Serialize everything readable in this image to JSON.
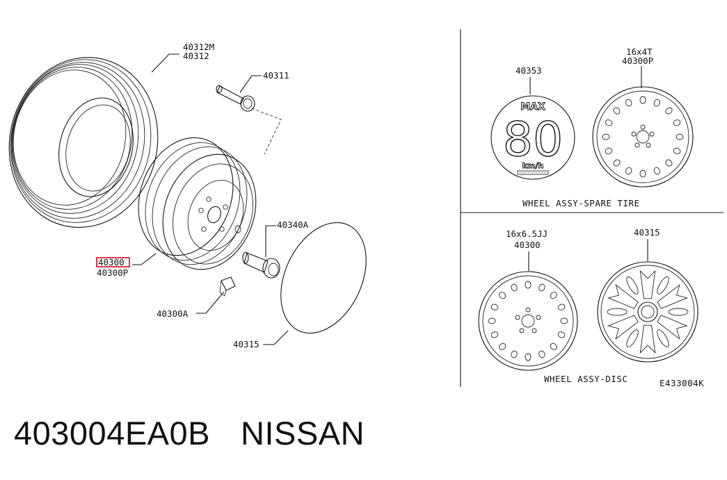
{
  "labels": {
    "tire": [
      "40312M",
      "40312"
    ],
    "valve": "40311",
    "wheel": [
      "40300",
      "40300P"
    ],
    "nut": "40340A",
    "weight": "40300A",
    "cover": "40315",
    "speed_label": "40353",
    "spare_size": [
      "16x4T",
      "40300P"
    ],
    "disc_size": [
      "16x6.5JJ",
      "40300"
    ],
    "hubcap": "40315"
  },
  "speed": {
    "max": "MAX",
    "value": "80",
    "unit": "km/h"
  },
  "captions": {
    "spare": "WHEEL ASSY-SPARE TIRE",
    "disc": "WHEEL ASSY-DISC",
    "code": "E433004K"
  },
  "footer": {
    "part_number": "403004EA0B",
    "brand": "NISSAN"
  },
  "highlight_color": "#e0001b"
}
